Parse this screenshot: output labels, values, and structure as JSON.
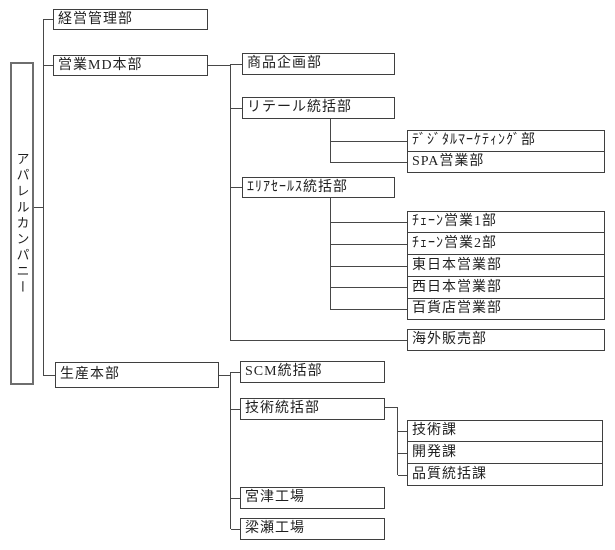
{
  "org": {
    "root": {
      "label": "アパレルカンパニー"
    },
    "nodes": {
      "keiei_kanri_bu": {
        "label": "経営管理部"
      },
      "eigyo_md_honbu": {
        "label": "営業MD本部"
      },
      "shohin_kikaku_bu": {
        "label": "商品企画部"
      },
      "retail_tokatsu_bu": {
        "label": "リテール統括部"
      },
      "digital_marketing_bu": {
        "label": "ﾃﾞｼﾞﾀﾙﾏｰｹﾃｨﾝｸﾞ部"
      },
      "spa_eigyo_bu": {
        "label": "SPA営業部"
      },
      "area_sales_tokatsu_bu": {
        "label": "ｴﾘｱｾｰﾙｽ統括部"
      },
      "chain_eigyo_1_bu": {
        "label": "ﾁｪｰﾝ営業1部"
      },
      "chain_eigyo_2_bu": {
        "label": "ﾁｪｰﾝ営業2部"
      },
      "higashi_nihon_eigyo_bu": {
        "label": "東日本営業部"
      },
      "nishi_nihon_eigyo_bu": {
        "label": "西日本営業部"
      },
      "hyakkaten_eigyo_bu": {
        "label": "百貨店営業部"
      },
      "kaigai_hanbai_bu": {
        "label": "海外販売部"
      },
      "seisan_honbu": {
        "label": "生産本部"
      },
      "scm_tokatsu_bu": {
        "label": "SCM統括部"
      },
      "gijutsu_tokatsu_bu": {
        "label": "技術統括部"
      },
      "gijutsu_ka": {
        "label": "技術課"
      },
      "kaihatsu_ka": {
        "label": "開発課"
      },
      "hinshitsu_tokatsu_ka": {
        "label": "品質統括課"
      },
      "miyazu_kojo": {
        "label": "宮津工場"
      },
      "yanase_kojo": {
        "label": "梁瀬工場"
      }
    },
    "hierarchy": {
      "アパレルカンパニー": [
        "経営管理部",
        "営業MD本部",
        "生産本部"
      ],
      "営業MD本部": [
        "商品企画部",
        "リテール統括部",
        "ｴﾘｱｾｰﾙｽ統括部",
        "海外販売部"
      ],
      "リテール統括部": [
        "ﾃﾞｼﾞﾀﾙﾏｰｹﾃｨﾝｸﾞ部",
        "SPA営業部"
      ],
      "ｴﾘｱｾｰﾙｽ統括部": [
        "ﾁｪｰﾝ営業1部",
        "ﾁｪｰﾝ営業2部",
        "東日本営業部",
        "西日本営業部",
        "百貨店営業部"
      ],
      "生産本部": [
        "SCM統括部",
        "技術統括部",
        "宮津工場",
        "梁瀬工場"
      ]
    },
    "colors": {
      "background": "#ffffff",
      "box_border": "#3f3f3f",
      "root_box_border": "#6e6e6e",
      "connector": "#474747",
      "text": "#1f1f1f"
    }
  }
}
